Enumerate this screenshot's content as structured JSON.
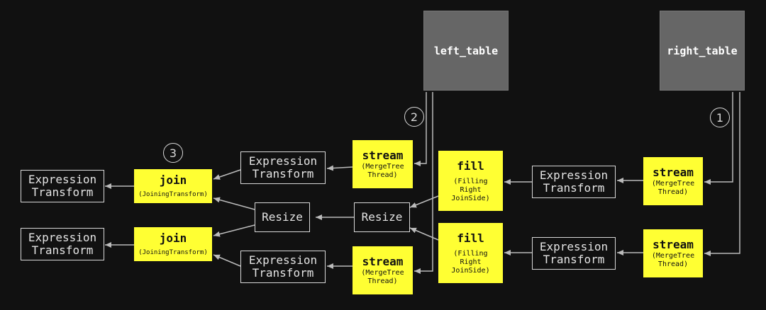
{
  "tables": {
    "left": "left_table",
    "right": "right_table"
  },
  "markers": {
    "m1": "1",
    "m2": "2",
    "m3": "3"
  },
  "expr": {
    "line1": "Expression",
    "line2": "Transform"
  },
  "resize": "Resize",
  "join": {
    "label": "join",
    "sub": "(JoiningTransform)"
  },
  "stream": {
    "label": "stream",
    "sub1": "(MergeTree",
    "sub2": "Thread)"
  },
  "fill": {
    "label": "fill",
    "sub1": "(Filling",
    "sub2": "Right",
    "sub3": "JoinSide)"
  },
  "colors": {
    "background": "#111111",
    "highlight": "#ffff33",
    "table": "#666666",
    "edge": "#bbbbbb"
  }
}
